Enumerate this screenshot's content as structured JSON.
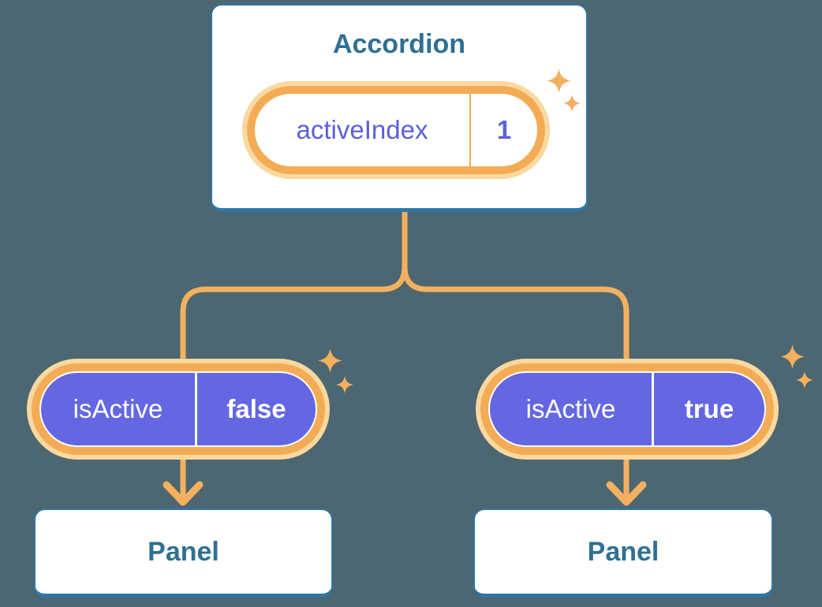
{
  "colors": {
    "background": "#4C6771",
    "card_border": "#2E76A6",
    "card_bg": "#FFFFFF",
    "heading_text": "#2F7092",
    "state_text": "#5D5FDC",
    "prop_pill_bg": "#6467E1",
    "prop_pill_text": "#FFFFFF",
    "ring_orange": "#F3AC55",
    "ring_halo": "#FAD8A0",
    "pill_inner_line": "#FFF6E8",
    "connector": "#F3B05F",
    "sparkle": "#F3B05F"
  },
  "diagram": {
    "accordion": {
      "title": "Accordion",
      "state_pill": {
        "label": "activeIndex",
        "value": "1"
      }
    },
    "left_branch": {
      "prop_pill": {
        "label": "isActive",
        "value": "false"
      },
      "panel": {
        "title": "Panel"
      }
    },
    "right_branch": {
      "prop_pill": {
        "label": "isActive",
        "value": "true"
      },
      "panel": {
        "title": "Panel"
      }
    },
    "icons": {
      "sparkle": "sparkle-icon",
      "arrow": "arrow-down-icon"
    }
  }
}
